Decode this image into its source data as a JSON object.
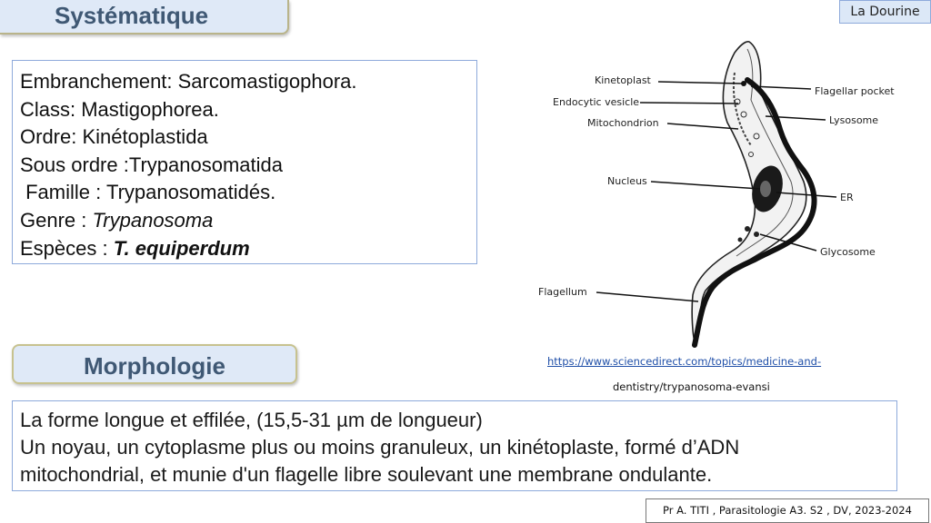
{
  "header": {
    "title": "Systématique"
  },
  "corner_tag": "La Dourine",
  "systematics": {
    "embranchement": "Embranchement: Sarcomastigophora.",
    "classe": "Class: Mastigophorea.",
    "ordre": "Ordre: Kinétoplastida",
    "sous_ordre": "Sous ordre :Trypanosomatida",
    "famille": " Famille : Trypanosomatidés.",
    "genre_label": "Genre : ",
    "genre_value": "Trypanosoma",
    "especes_label": "Espèces : ",
    "especes_value": "T. equiperdum"
  },
  "morphology": {
    "title": "Morphologie",
    "line1": "La forme longue et effilée, (15,5-31 µm de longueur)",
    "line2": "Un noyau, un cytoplasme plus ou moins granuleux, un kinétoplaste, formé d’ADN",
    "line3": "mitochondrial, et munie d'un flagelle libre soulevant une membrane ondulante."
  },
  "diagram": {
    "labels": {
      "kinetoplast": "Kinetoplast",
      "endocytic": "Endocytic vesicle",
      "mitochondrion": "Mitochondrion",
      "nucleus": "Nucleus",
      "flagellum": "Flagellum",
      "flagellar_pocket": "Flagellar pocket",
      "lysosome": "Lysosome",
      "er": "ER",
      "glycosome": "Glycosome"
    }
  },
  "source": {
    "line1": "https://www.sciencedirect.com/topics/medicine-and-",
    "line2": "dentistry/trypanosoma-evansi"
  },
  "footer": "Pr A. TITI ,  Parasitologie A3. S2 , DV, 2023-2024"
}
